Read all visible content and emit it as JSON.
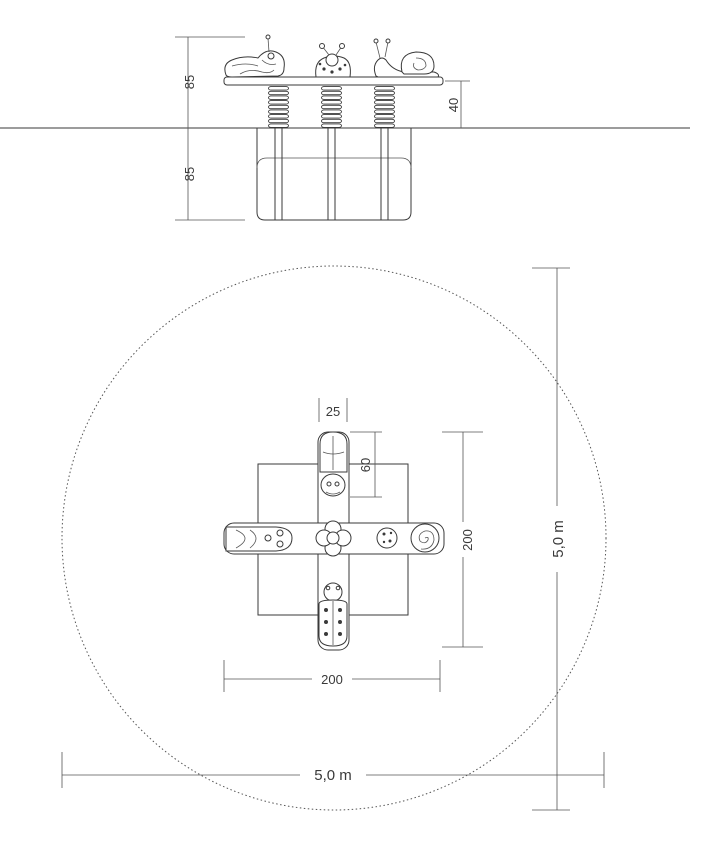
{
  "elevation": {
    "height_above_ground": "85",
    "depth_below_ground": "85",
    "platform_clearance": "40"
  },
  "plan": {
    "arm_width": "25",
    "seat_length": "60",
    "overall_height": "200",
    "overall_width": "200",
    "safety_zone_vertical": "5,0 m",
    "safety_zone_horizontal": "5,0 m"
  },
  "colors": {
    "line": "#3a3a3a",
    "background": "#ffffff"
  },
  "icons": [
    "frog-figure",
    "ladybug-figure",
    "snail-figure",
    "flower-hub",
    "spring-coil"
  ]
}
